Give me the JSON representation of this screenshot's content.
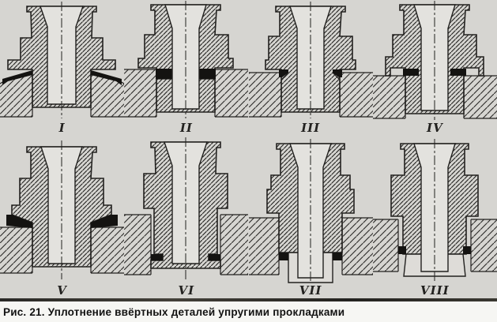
{
  "figure": {
    "caption": "Рис. 21. Уплотнение ввёртных деталей упругими прокладками",
    "panels": [
      {
        "label": "I"
      },
      {
        "label": "II"
      },
      {
        "label": "III"
      },
      {
        "label": "IV"
      },
      {
        "label": "V"
      },
      {
        "label": "VI"
      },
      {
        "label": "VII"
      },
      {
        "label": "VIII"
      }
    ],
    "colors": {
      "paper": "#d6d5d1",
      "ink": "#22211f",
      "gasket": "#141311",
      "bore": "#e3e2de",
      "caption_bg": "#f6f6f3"
    }
  }
}
